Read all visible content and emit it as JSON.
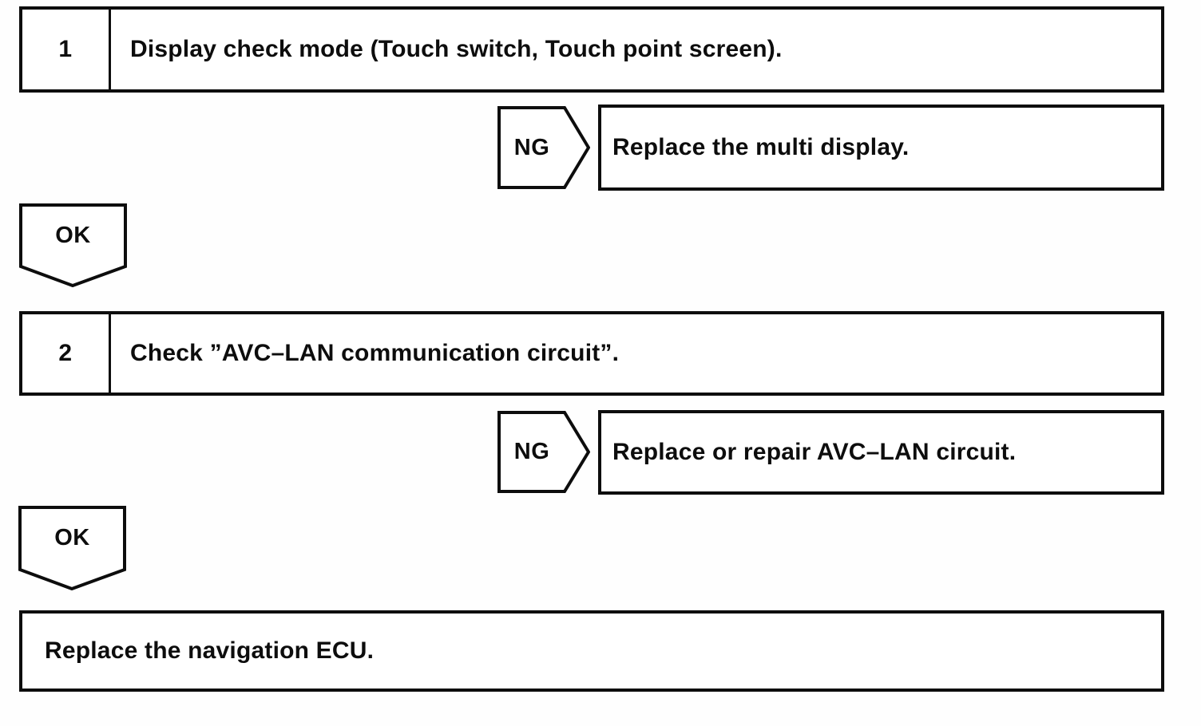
{
  "flowchart": {
    "steps": [
      {
        "number": "1",
        "instruction": "Display check mode (Touch switch, Touch point screen).",
        "ng_label": "NG",
        "ng_action": "Replace the multi display.",
        "ok_label": "OK"
      },
      {
        "number": "2",
        "instruction": "Check ”AVC–LAN communication circuit”.",
        "ng_label": "NG",
        "ng_action": "Replace or repair AVC–LAN circuit.",
        "ok_label": "OK"
      }
    ],
    "final_action": "Replace the navigation ECU."
  },
  "colors": {
    "line": "#0d0d0d",
    "background": "#ffffff"
  }
}
